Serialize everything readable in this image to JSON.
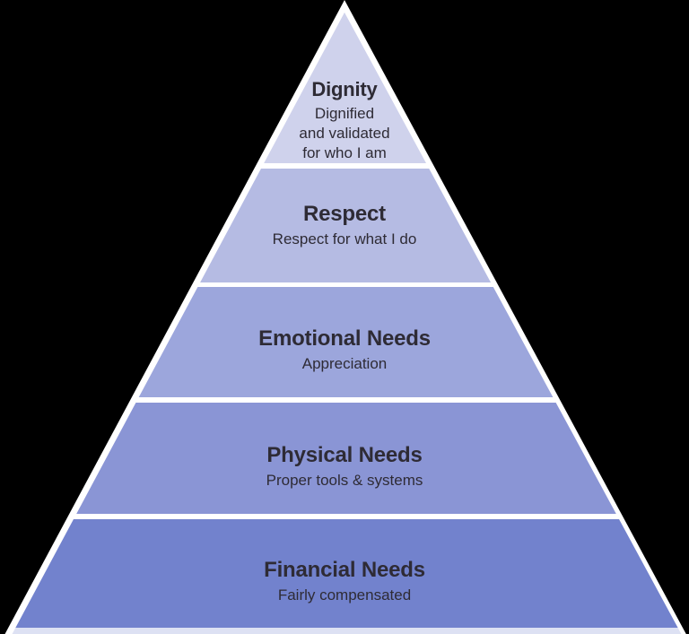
{
  "diagram": {
    "type": "pyramid",
    "background_color": "#000000",
    "outline_color": "#ffffff",
    "text_color": "#2e2b35",
    "levels": [
      {
        "title": "Dignity",
        "subtitle": "Dignified\nand validated\nfor who I am",
        "color": "#cfd2ec"
      },
      {
        "title": "Respect",
        "subtitle": "Respect for what I do",
        "color": "#b5bbe3"
      },
      {
        "title": "Emotional Needs",
        "subtitle": "Appreciation",
        "color": "#9ca6dc"
      },
      {
        "title": "Physical Needs",
        "subtitle": "Proper tools & systems",
        "color": "#8a95d5"
      },
      {
        "title": "Financial Needs",
        "subtitle": "Fairly compensated",
        "color": "#7282cd"
      }
    ]
  }
}
